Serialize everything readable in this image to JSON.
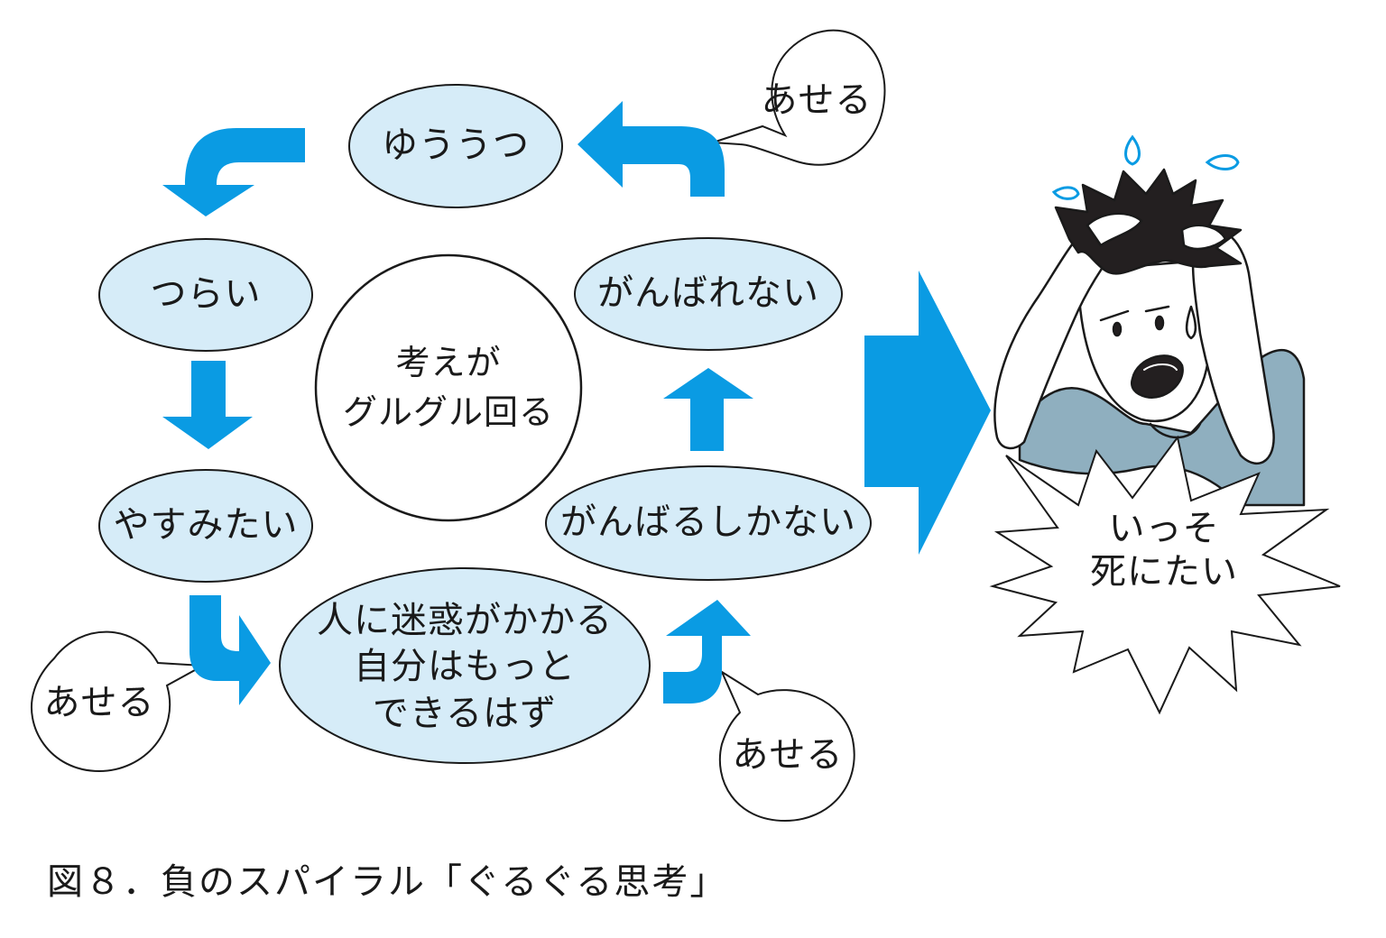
{
  "colors": {
    "ellipse_fill": "#d6ecf8",
    "arrow": "#0a9be3",
    "outline": "#1a1a1a",
    "shirt": "#8fafbf",
    "sweat": "#0a9be3"
  },
  "diagram": {
    "center": "考えが\nグルグル回る",
    "nodes": {
      "depressed": "ゆううつ",
      "painful": "つらい",
      "want_rest": "やすみたい",
      "burden": "人に迷惑がかかる\n自分はもっと\nできるはず",
      "must_try": "がんばるしかない",
      "cannot_try": "がんばれない"
    },
    "bubbles": {
      "top_right": "あせる",
      "bottom_left": "あせる",
      "bottom_right": "あせる"
    },
    "burst": "いっそ\n死にたい",
    "figure_icon": "distressed-person-holding-head"
  },
  "caption": "図８．負のスパイラル「ぐるぐる思考」"
}
